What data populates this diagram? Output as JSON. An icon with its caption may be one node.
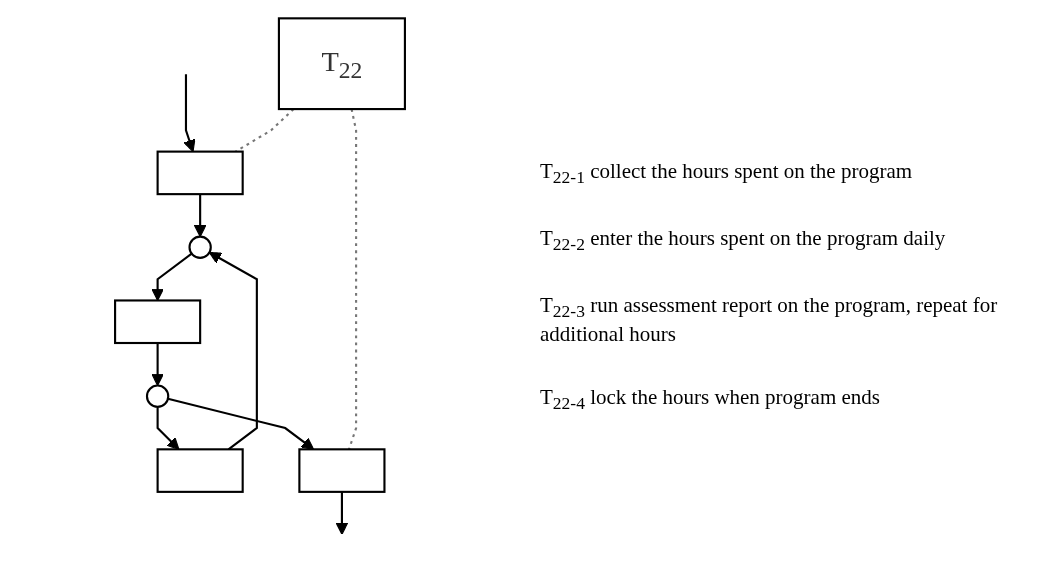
{
  "diagram": {
    "nodes": [
      {
        "text": [
          "T$_{22}$"
        ]
      },
      {
        "text": [],
        "shape": "bar"
      },
      {
        "text": [],
        "shape": "circle"
      },
      {
        "text": [],
        "shape": "bar"
      },
      {
        "text": [],
        "shape": "circle"
      },
      {
        "text": [],
        "shape": "bar"
      },
      {
        "text": [],
        "shape": "bar"
      }
    ],
    "edges": [
      {
        "from": null,
        "to": 1,
        "arrow": "to"
      },
      {
        "from": 1,
        "to": 2,
        "arrow": "to"
      },
      {
        "from": 2,
        "to": 3,
        "arrow": "to"
      },
      {
        "from": 3,
        "to": 4,
        "arrow": "to"
      },
      {
        "from": 4,
        "to": 5,
        "arrow": "to"
      },
      {
        "from": 4,
        "to": 6,
        "arrow": "to"
      },
      {
        "from": 5,
        "to": 2,
        "arrow": "to"
      },
      {
        "from": 6,
        "to": null,
        "arrow": "to"
      },
      {
        "from": 0,
        "to": 1,
        "arrow": "none",
        "style": "dashed",
        "color": "#777777"
      },
      {
        "from": 0,
        "to": 6,
        "arrow": "none",
        "style": "dashed",
        "color": "#777777"
      }
    ],
    "labels": [
      "T$_{22-1}$ collect the hours spent on the program",
      "T$_{22-2}$ enter the hours spent on the program daily",
      "T$_{22-3}$ run assessment report on the program, repeat for additional hours",
      "T$_{22-4}$ lock the hours when program ends"
    ]
  }
}
